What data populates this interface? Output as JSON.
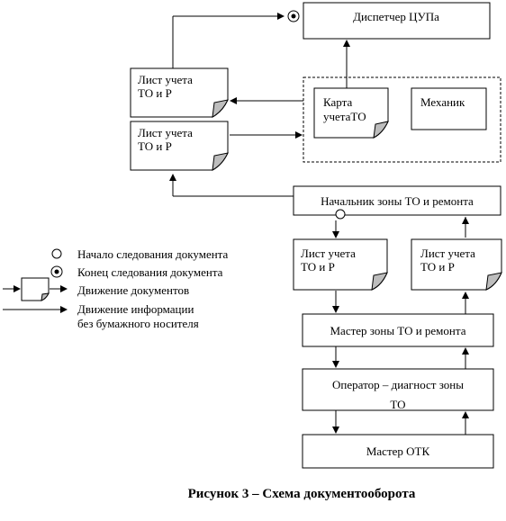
{
  "nodes": {
    "dispatcher": "Диспетчер ЦУПа",
    "list_top_line1": "Лист учета",
    "list_top_line2": "ТО и Р",
    "list_mid_line1": "Лист учета",
    "list_mid_line2": "ТО и Р",
    "card_line1": "Карта",
    "card_line2": "учетаТО",
    "mechanic": "Механик",
    "chief": "Начальник зоны ТО и ремонта",
    "list_left_line1": "Лист учета",
    "list_left_line2": "ТО и Р",
    "list_right_line1": "Лист учета",
    "list_right_line2": "ТО и Р",
    "master_zone": "Мастер зоны ТО и ремонта",
    "operator_line1": "Оператор – диагност зоны",
    "operator_line2": "ТО",
    "master_otk": "Мастер ОТК"
  },
  "legend": {
    "start": "Начало следования документа",
    "end": "Конец следования документа",
    "doc_move": "Движение документов",
    "info_line1": "Движение информации",
    "info_line2": "без бумажного носителя"
  },
  "caption": "Рисунок 3 – Схема документооборота"
}
